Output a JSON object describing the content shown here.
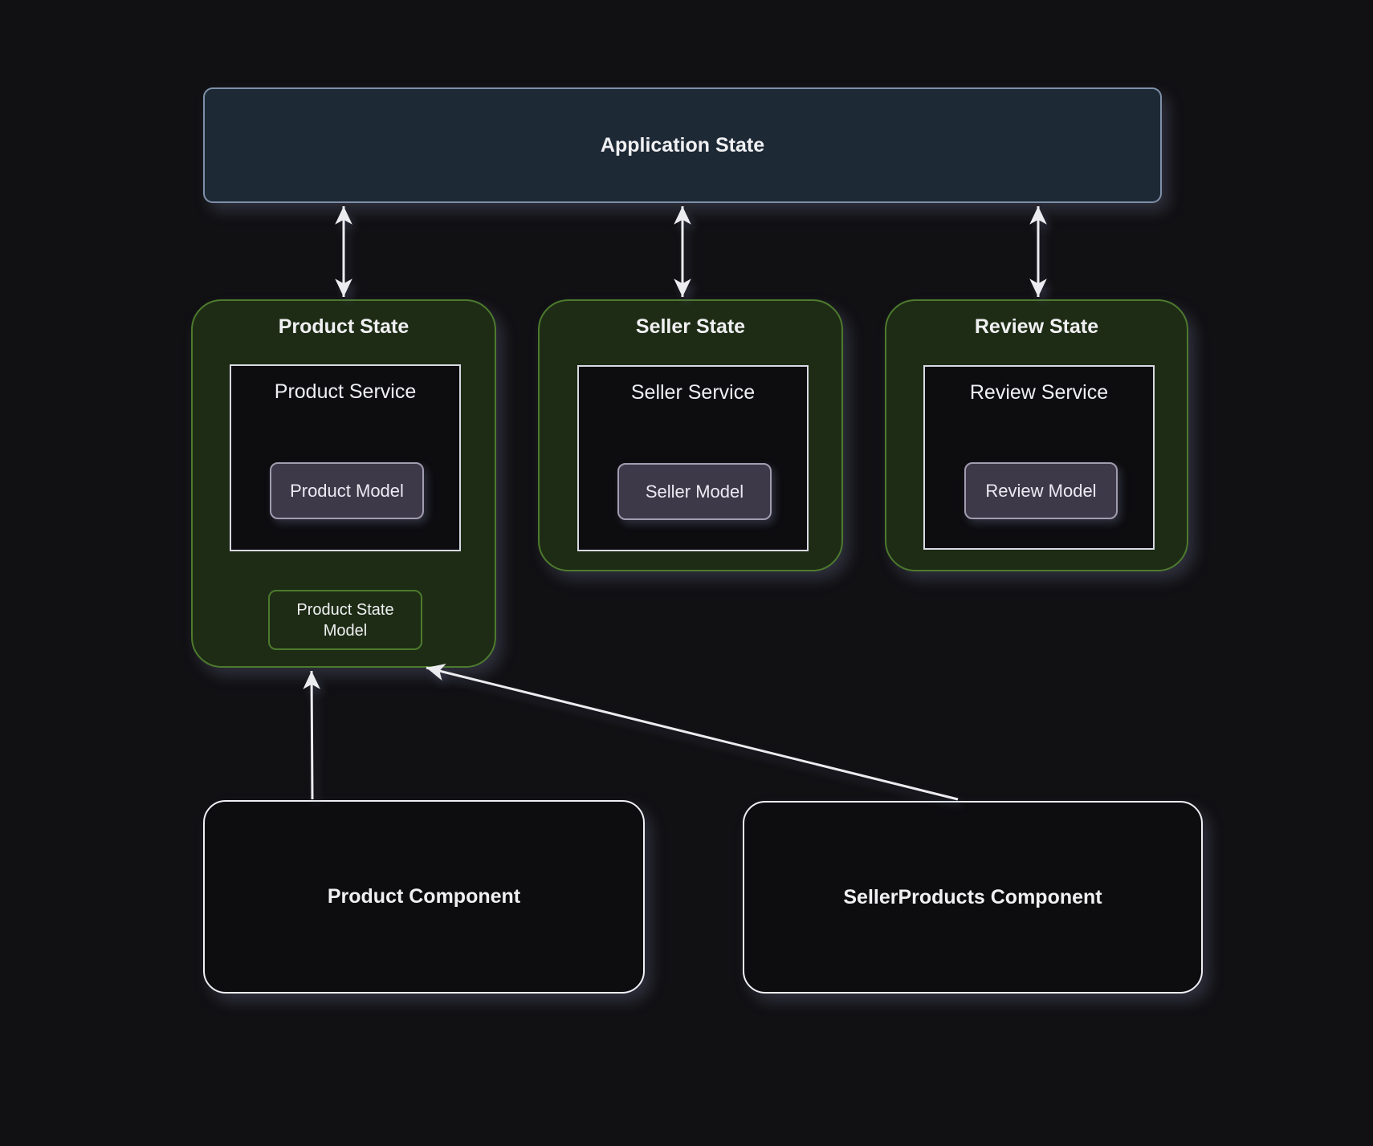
{
  "app_state": {
    "label": "Application State"
  },
  "state_boxes": [
    {
      "title": "Product State",
      "service_label": "Product Service",
      "model_label": "Product Model",
      "state_model_label": "Product State Model"
    },
    {
      "title": "Seller State",
      "service_label": "Seller Service",
      "model_label": "Seller Model"
    },
    {
      "title": "Review State",
      "service_label": "Review Service",
      "model_label": "Review Model"
    }
  ],
  "components": [
    {
      "label": "Product Component"
    },
    {
      "label": "SellerProducts Component"
    }
  ],
  "colors": {
    "background": "#111114",
    "app_fill": "#1e2936",
    "app_border": "#7e90a8",
    "state_fill": "#1e2c15",
    "state_border": "#4d7a2d",
    "service_fill": "#0d0d10",
    "service_border": "#d7d9e3",
    "model_fill": "#3e3949",
    "model_border": "#a29cb0",
    "component_fill": "#0d0d10",
    "component_border": "#eef0f5",
    "arrow": "#ececf0",
    "text": "#f0f0f2"
  }
}
